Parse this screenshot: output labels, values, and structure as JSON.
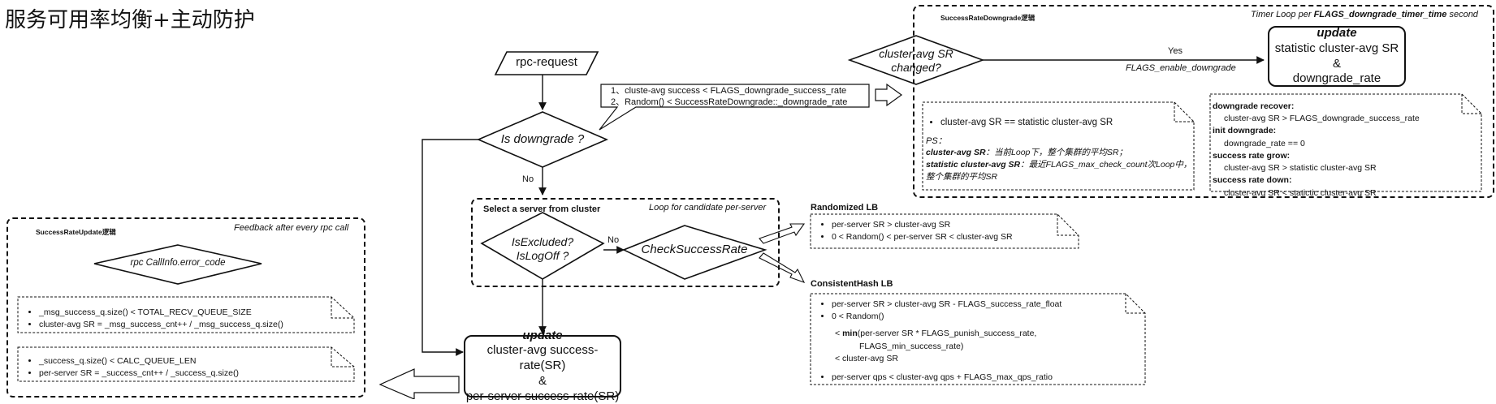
{
  "title": "服务可用率均衡+主动防护",
  "flow": {
    "rpc_request": "rpc-request",
    "conditions": [
      "1、cluste-avg success < FLAGS_downgrade_success_rate",
      "2、Random() < SuccessRateDowngrade::_downgrade_rate"
    ],
    "is_downgrade": "Is downgrade ?",
    "no_label_1": "No",
    "select_server": {
      "title": "Select a server from cluster",
      "loop": "Loop for candidate per-server",
      "excluded_line1": "IsExcluded?",
      "excluded_line2": "IsLogOff ?",
      "no_label": "No",
      "check": "CheckSuccessRate"
    },
    "update_bottom": {
      "title": "update",
      "line1": "cluster-avg success-rate(SR)",
      "line2": "&",
      "line3": "per-server success-rate(SR)"
    }
  },
  "downgrade_panel": {
    "title": "SuccessRateDowngrade逻辑",
    "timer": "Timer Loop per",
    "timer_flag": "FLAGS_downgrade_timer_time",
    "timer_unit": "second",
    "diamond_line1": "cluster-avg SR",
    "diamond_line2": "changed?",
    "yes_label": "Yes",
    "enable_label": "FLAGS_enable_downgrade",
    "update_title": "update",
    "update_line1": "statistic cluster-avg SR",
    "update_line2": "&",
    "update_line3": "downgrade_rate",
    "note_bullet": "cluster-avg SR == statistic cluster-avg SR",
    "ps": "PS：",
    "ps_line1_bold": "cluster-avg SR",
    "ps_line1_rest": "：当前Loop下，整个集群的平均SR；",
    "ps_line2_bold": "statistic cluster-avg SR",
    "ps_line2_rest": "：最近FLAGS_max_check_count次Loop中，整个集群的平均SR",
    "rules": [
      {
        "head": "downgrade recover:",
        "body": "cluster-avg SR > FLAGS_downgrade_success_rate"
      },
      {
        "head": "init downgrade:",
        "body": "downgrade_rate == 0"
      },
      {
        "head": "success rate grow:",
        "body": "cluster-avg SR > statistic cluster-avg SR"
      },
      {
        "head": "success rate down:",
        "body": "cluster-avg SR < statictic cluster-avg SR"
      }
    ]
  },
  "update_panel": {
    "title": "SuccessRateUpdate逻辑",
    "feedback": "Feedback after every rpc call",
    "diamond": "rpc CallInfo.error_code",
    "note1": [
      "_msg_success_q.size() < TOTAL_RECV_QUEUE_SIZE",
      "cluster-avg SR = _msg_success_cnt++ / _msg_success_q.size()"
    ],
    "note2": [
      "_success_q.size() < CALC_QUEUE_LEN",
      "per-server SR = _success_cnt++ / _success_q.size()"
    ]
  },
  "randomized_lb": {
    "title": "Randomized LB",
    "items": [
      "per-server SR > cluster-avg SR",
      "0 < Random() < per-server SR < cluster-avg SR"
    ]
  },
  "consistent_hash_lb": {
    "title": "ConsistentHash LB",
    "item1": "per-server SR > cluster-avg SR - FLAGS_success_rate_float",
    "item2": "0 < Random()",
    "min_prefix": "< ",
    "min_word": "min",
    "min_rest": "(per-server SR * FLAGS_punish_success_rate,",
    "min_line2": "FLAGS_min_success_rate)",
    "min_line3": "< cluster-avg SR",
    "item3": "per-server qps < cluster-avg qps + FLAGS_max_qps_ratio"
  }
}
